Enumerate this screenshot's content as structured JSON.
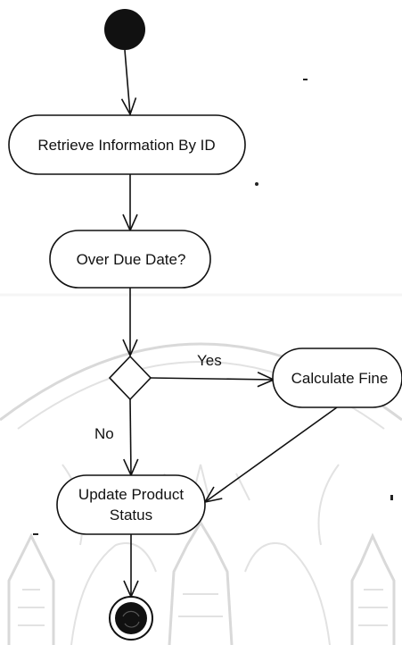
{
  "diagram": {
    "nodes": {
      "retrieve": "Retrieve Information By ID",
      "overdue": "Over Due Date?",
      "fine": "Calculate Fine",
      "update_line1": "Update Product",
      "update_line2": "Status"
    },
    "edges": {
      "yes": "Yes",
      "no": "No"
    },
    "colors": {
      "line": "#111111",
      "node_fill": "#ffffff",
      "watermark": "#d9d9d9"
    }
  }
}
